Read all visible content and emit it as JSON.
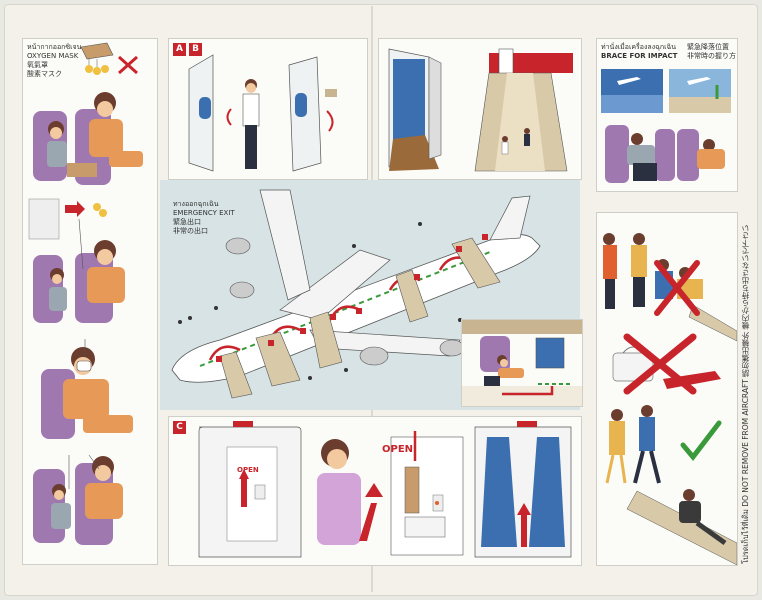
{
  "oxygen": {
    "thai": "หน้ากากออกซิเจน",
    "en": "OXYGEN MASK",
    "zh": "氧氣罩",
    "ja": "酸素マスク"
  },
  "exit": {
    "thai": "ทางออกฉุกเฉิน",
    "en": "EMERGENCY EXIT",
    "zh": "緊急出口",
    "ja": "非常の出口"
  },
  "brace": {
    "thai": "ท่านั่งเมื่อเครื่องลงฉุกเฉิน",
    "en": "BRACE FOR IMPACT",
    "zh": "緊急降落位置",
    "ja": "非常時の握り方"
  },
  "steps": {
    "a": "A",
    "b": "B",
    "c": "C"
  },
  "handle": {
    "open_main": "OPEN",
    "open_small": "OPEN",
    "open_door": "OPEN"
  },
  "notice": {
    "text": "โปรดเก็บไว้ที่เดิม DO NOT REMOVE FROM AIRCRAFT 請勿攜出機外 機内から持ち出さないで下さい"
  },
  "colors": {
    "red": "#c8242b",
    "panel_blue": "#d7e3e4",
    "green": "#3a9a3a",
    "purple": "#a078b0",
    "orange": "#e79a57"
  }
}
